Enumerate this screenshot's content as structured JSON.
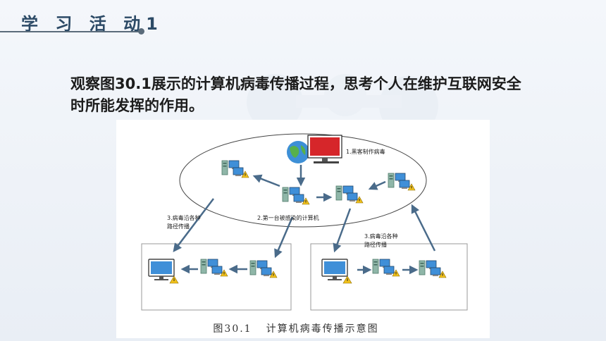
{
  "header": {
    "title": "学 习 活 动1"
  },
  "question": {
    "text": "观察图30.1展示的计算机病毒传播过程，思考个人在维护互联网安全时所能发挥的作用。"
  },
  "figure": {
    "labels": {
      "hacker": "1.黑客制作病毒",
      "first_infected": "2.第一台被感染的计算机",
      "spread_left_1": "3.病毒沿各种",
      "spread_left_2": "路径传播",
      "spread_right_1": "3.病毒沿各种",
      "spread_right_2": "路径传播"
    },
    "caption_number": "图30.1",
    "caption_text": "计算机病毒传播示意图"
  },
  "colors": {
    "title": "#2c4a66",
    "arrow": "#4a6b8a",
    "screen": "#3f8fd8",
    "warning": "#f2c21b"
  }
}
